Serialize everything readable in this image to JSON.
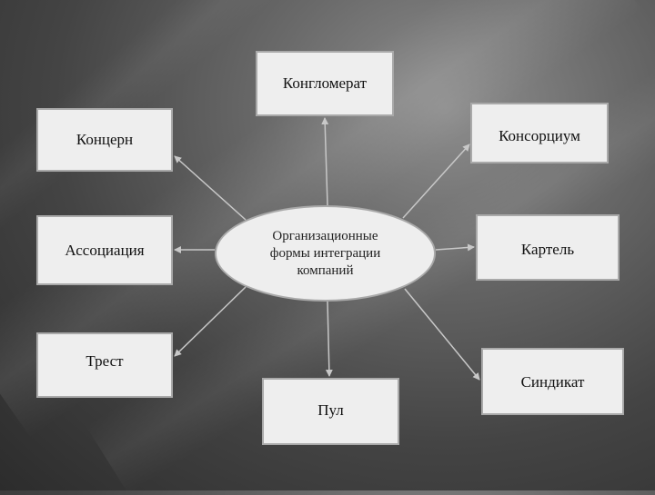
{
  "diagram": {
    "center": {
      "text": "Организационные\nформы интеграции\nкомпаний"
    },
    "nodes": [
      {
        "id": "konglomerat",
        "label": "Конгломерат"
      },
      {
        "id": "koncern",
        "label": "Концерн"
      },
      {
        "id": "konsorcium",
        "label": "Консорциум"
      },
      {
        "id": "associacia",
        "label": "Ассоциация"
      },
      {
        "id": "kartel",
        "label": "Картель"
      },
      {
        "id": "trest",
        "label": "Трест"
      },
      {
        "id": "pul",
        "label": "Пул"
      },
      {
        "id": "sindikat",
        "label": "Синдикат"
      }
    ],
    "edges": [
      {
        "from": "center",
        "to": "konglomerat"
      },
      {
        "from": "center",
        "to": "koncern"
      },
      {
        "from": "center",
        "to": "konsorcium"
      },
      {
        "from": "center",
        "to": "associacia"
      },
      {
        "from": "center",
        "to": "kartel"
      },
      {
        "from": "center",
        "to": "trest"
      },
      {
        "from": "center",
        "to": "pul"
      },
      {
        "from": "center",
        "to": "sindikat"
      }
    ],
    "colors": {
      "box_fill": "#eeeeee",
      "box_border": "#a9a9a9",
      "connector": "#c8c8c8"
    }
  }
}
